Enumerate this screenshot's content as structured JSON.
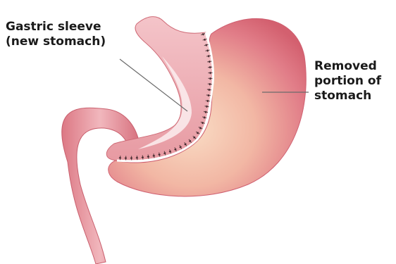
{
  "labels": {
    "sleeve": {
      "line1": "Gastric sleeve",
      "line2": "(new stomach)"
    },
    "removed": {
      "line1": "Removed",
      "line2": "portion of",
      "line3": "stomach"
    }
  },
  "colors": {
    "tissue_outer": "#d8707c",
    "tissue_light": "#f6d7da",
    "removed_core": "#f8d2bd",
    "removed_edge": "#d65e72",
    "staple_line": "#3a2428",
    "leader_line": "#6b6b6b"
  }
}
